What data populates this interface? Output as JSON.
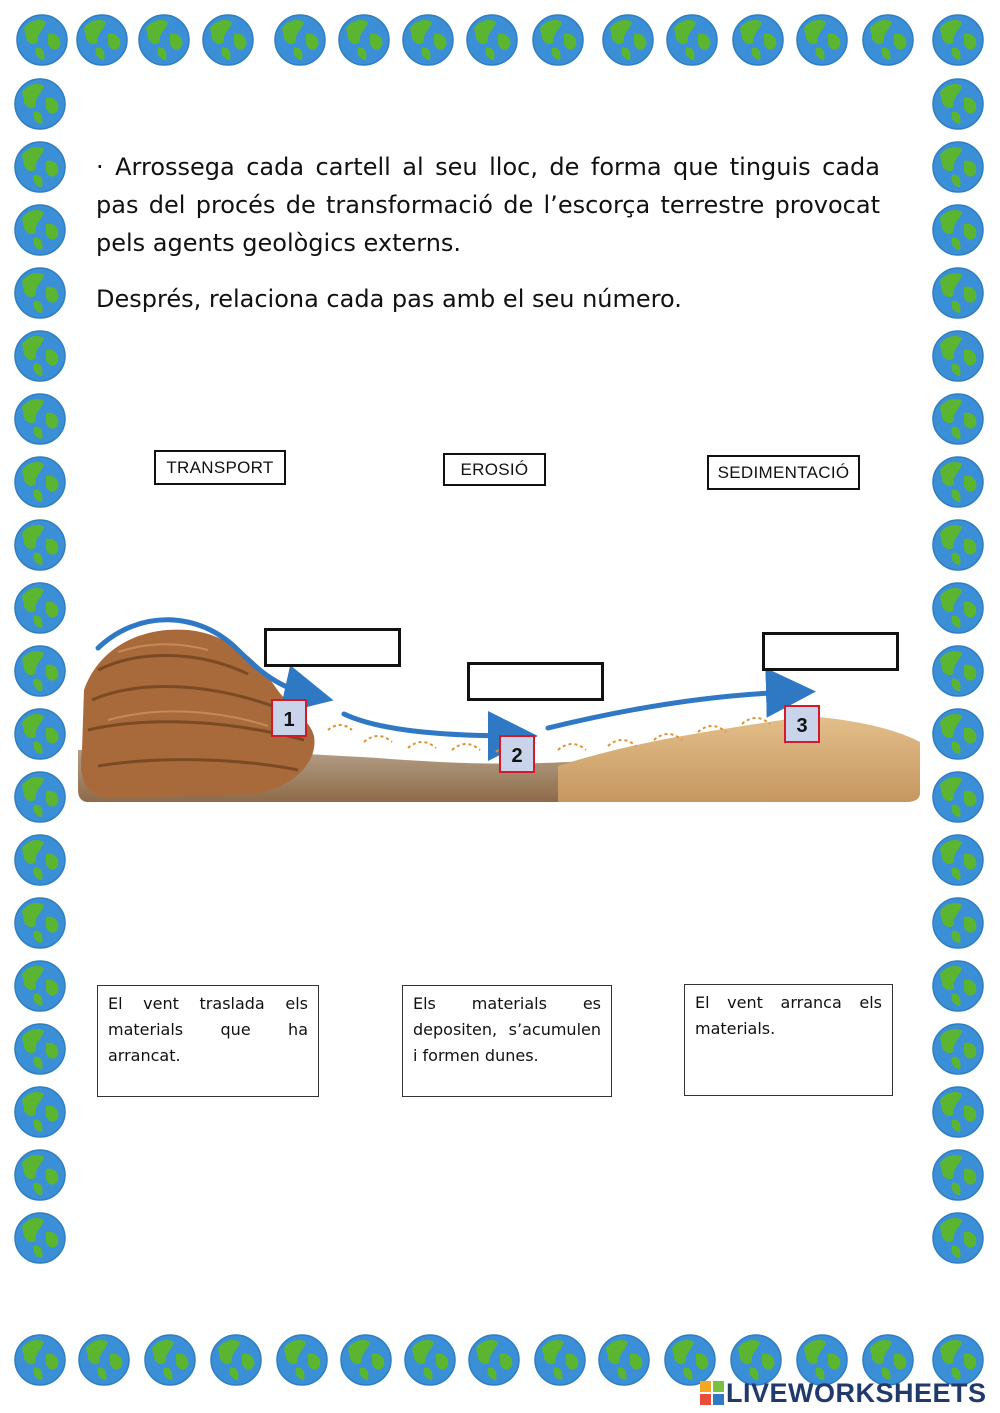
{
  "instructions": {
    "line1": "· Arrossega cada cartell al seu lloc, de forma que tinguis cada pas del procés de transformació de l’escorça terrestre provocat pels agents geològics externs.",
    "line2": "Després, relaciona cada pas amb el seu número."
  },
  "labels": {
    "transport": "TRANSPORT",
    "erosio": "EROSIÓ",
    "sedimentacio": "SEDIMENTACIÓ"
  },
  "markers": [
    "1",
    "2",
    "3"
  ],
  "descriptions": [
    "El vent traslada els materials que ha arrancat.",
    "Els materials es depositen, s’acumulen i formen dunes.",
    "El vent arranca els materials."
  ],
  "brand": {
    "name": "LIVEWORKSHEETS"
  },
  "colors": {
    "ocean": "#3a8fd6",
    "land": "#5cb531",
    "arrow": "#2f78c4",
    "rock": "#a86a3a",
    "sand": "#d9b27a",
    "marker_fill": "#c9d4ea",
    "marker_border": "#d11a2a",
    "brand": "#1f3a6b"
  },
  "icons": [
    "globe-icon",
    "arrow-icon",
    "brand-icon"
  ]
}
